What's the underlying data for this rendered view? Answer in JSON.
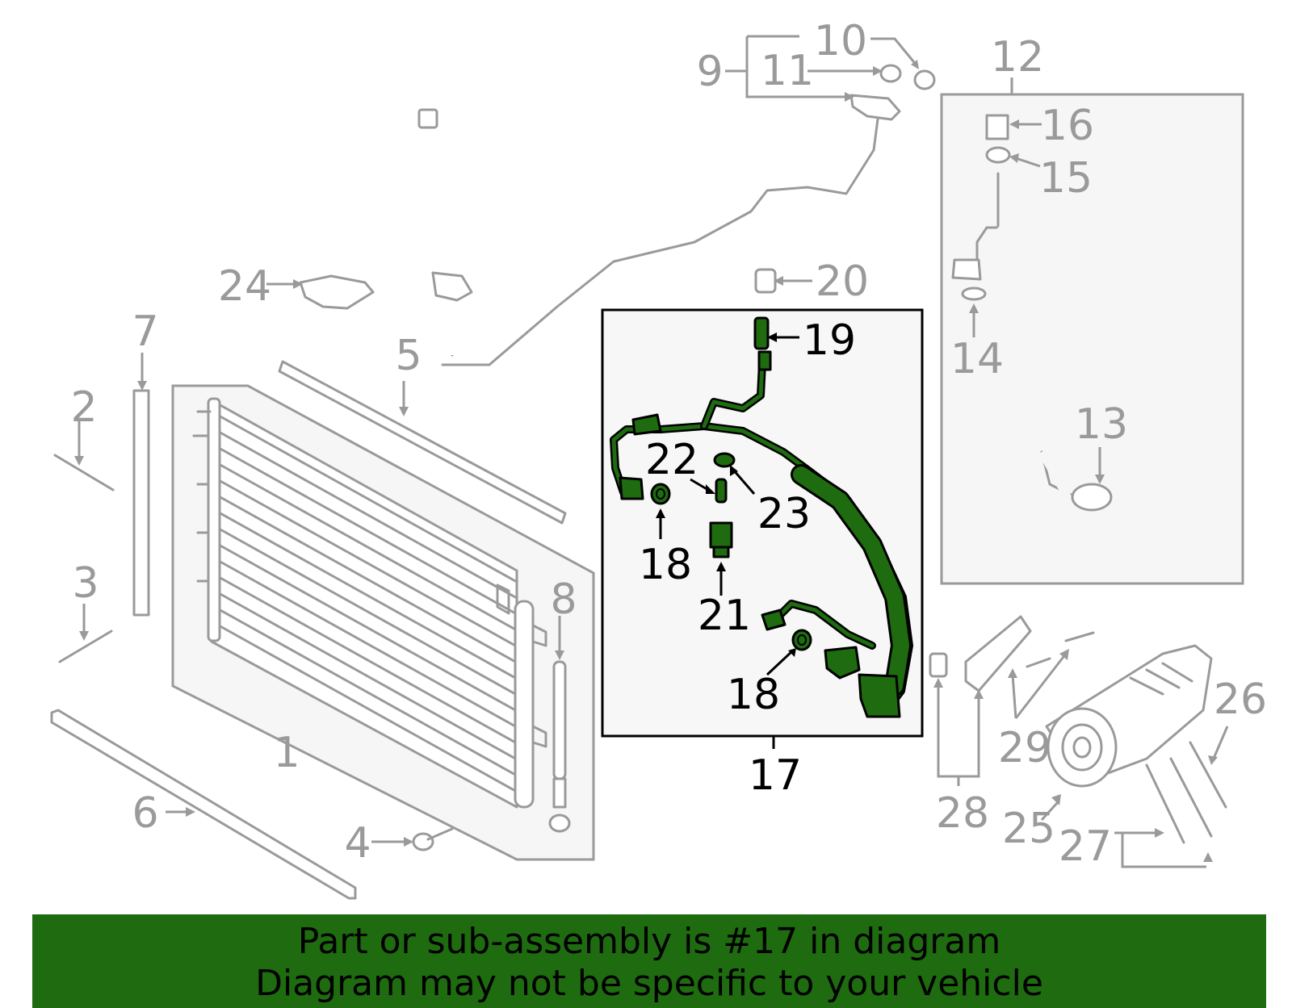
{
  "callouts": {
    "c1": "1",
    "c2": "2",
    "c3": "3",
    "c4": "4",
    "c5": "5",
    "c6": "6",
    "c7": "7",
    "c8": "8",
    "c9": "9",
    "c10": "10",
    "c11": "11",
    "c12": "12",
    "c13": "13",
    "c14": "14",
    "c15": "15",
    "c16": "16",
    "c17": "17",
    "c18a": "18",
    "c18b": "18",
    "c19": "19",
    "c20": "20",
    "c21": "21",
    "c22": "22",
    "c23": "23",
    "c24": "24",
    "c25": "25",
    "c26": "26",
    "c27": "27",
    "c28": "28",
    "c29": "29"
  },
  "banner": {
    "line1": "Part or sub-assembly is #17 in diagram",
    "line2": "Diagram may not be specific to your vehicle"
  },
  "colors": {
    "highlight": "#1e6b10",
    "parts_gray": "#9a9a9a",
    "highlight_outline": "#000000"
  }
}
